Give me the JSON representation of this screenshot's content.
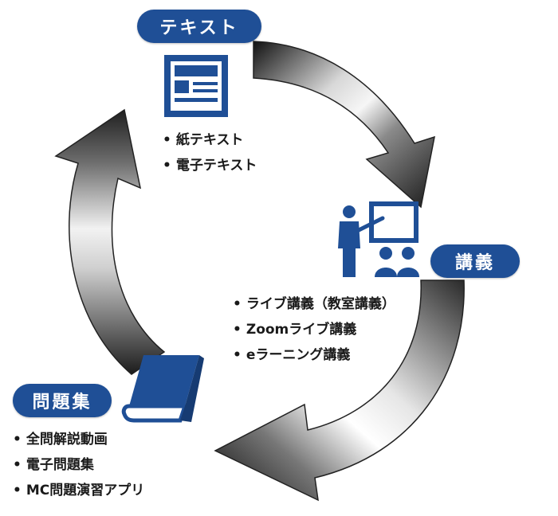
{
  "nodes": {
    "text": {
      "label": "テキスト",
      "items": [
        "紙テキスト",
        "電子テキスト"
      ]
    },
    "lecture": {
      "label": "講義",
      "items": [
        "ライブ講義（教室講義）",
        "Zoomライブ講義",
        "eラーニング講義"
      ]
    },
    "questions": {
      "label": "問題集",
      "items": [
        "全問解説動画",
        "電子問題集",
        "MC問題演習アプリ"
      ]
    }
  },
  "colors": {
    "accent": "#1f4f96",
    "arrow": "#3a3a3a"
  },
  "icons": {
    "text": "document-layout-icon",
    "lecture": "presenter-board-icon",
    "questions": "book-icon"
  }
}
